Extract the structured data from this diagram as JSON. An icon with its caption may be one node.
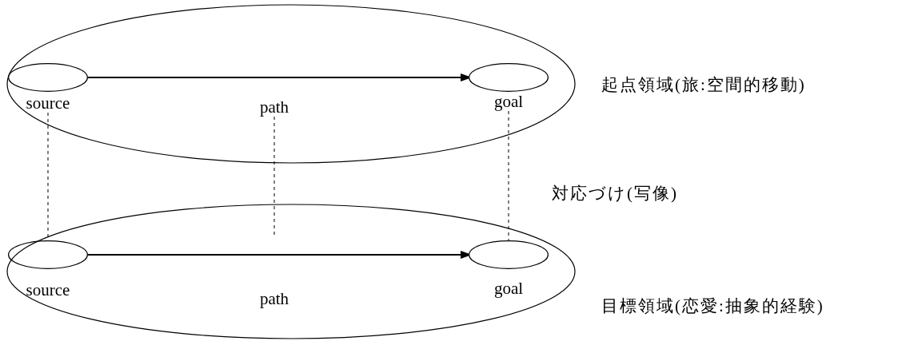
{
  "diagram": {
    "nodes": [
      {
        "text": [
          "起点領域(旅:空間的移動)"
        ]
      },
      {
        "text": [],
        "shape": "circle",
        "beside": [
          "source"
        ],
        "in": 0
      },
      {
        "text": [
          "path"
        ],
        "in": 0
      },
      {
        "text": [],
        "shape": "circle",
        "beside": [
          "goal"
        ],
        "in": 0
      },
      {
        "text": [
          "目標領域(恋愛:抽象的経験)"
        ]
      },
      {
        "text": [],
        "shape": "circle",
        "beside": [
          "source"
        ],
        "in": 4
      },
      {
        "text": [],
        "shape": "circle",
        "beside": [
          "goal"
        ],
        "in": 4
      }
    ],
    "edges": [
      {
        "from": 1,
        "to": 3,
        "arrow": "to"
      },
      {
        "from": 5,
        "to": 6,
        "arrow": "to"
      },
      {
        "from": 1,
        "to": 5,
        "arrow": "none",
        "style": "dashed"
      },
      {
        "from": 2,
        "to": null,
        "arrow": "none",
        "style": "dashed"
      },
      {
        "from": 3,
        "to": 6,
        "arrow": "none",
        "style": "dashed"
      }
    ],
    "labels": [
      "対応づけ(写像)",
      "path"
    ]
  }
}
